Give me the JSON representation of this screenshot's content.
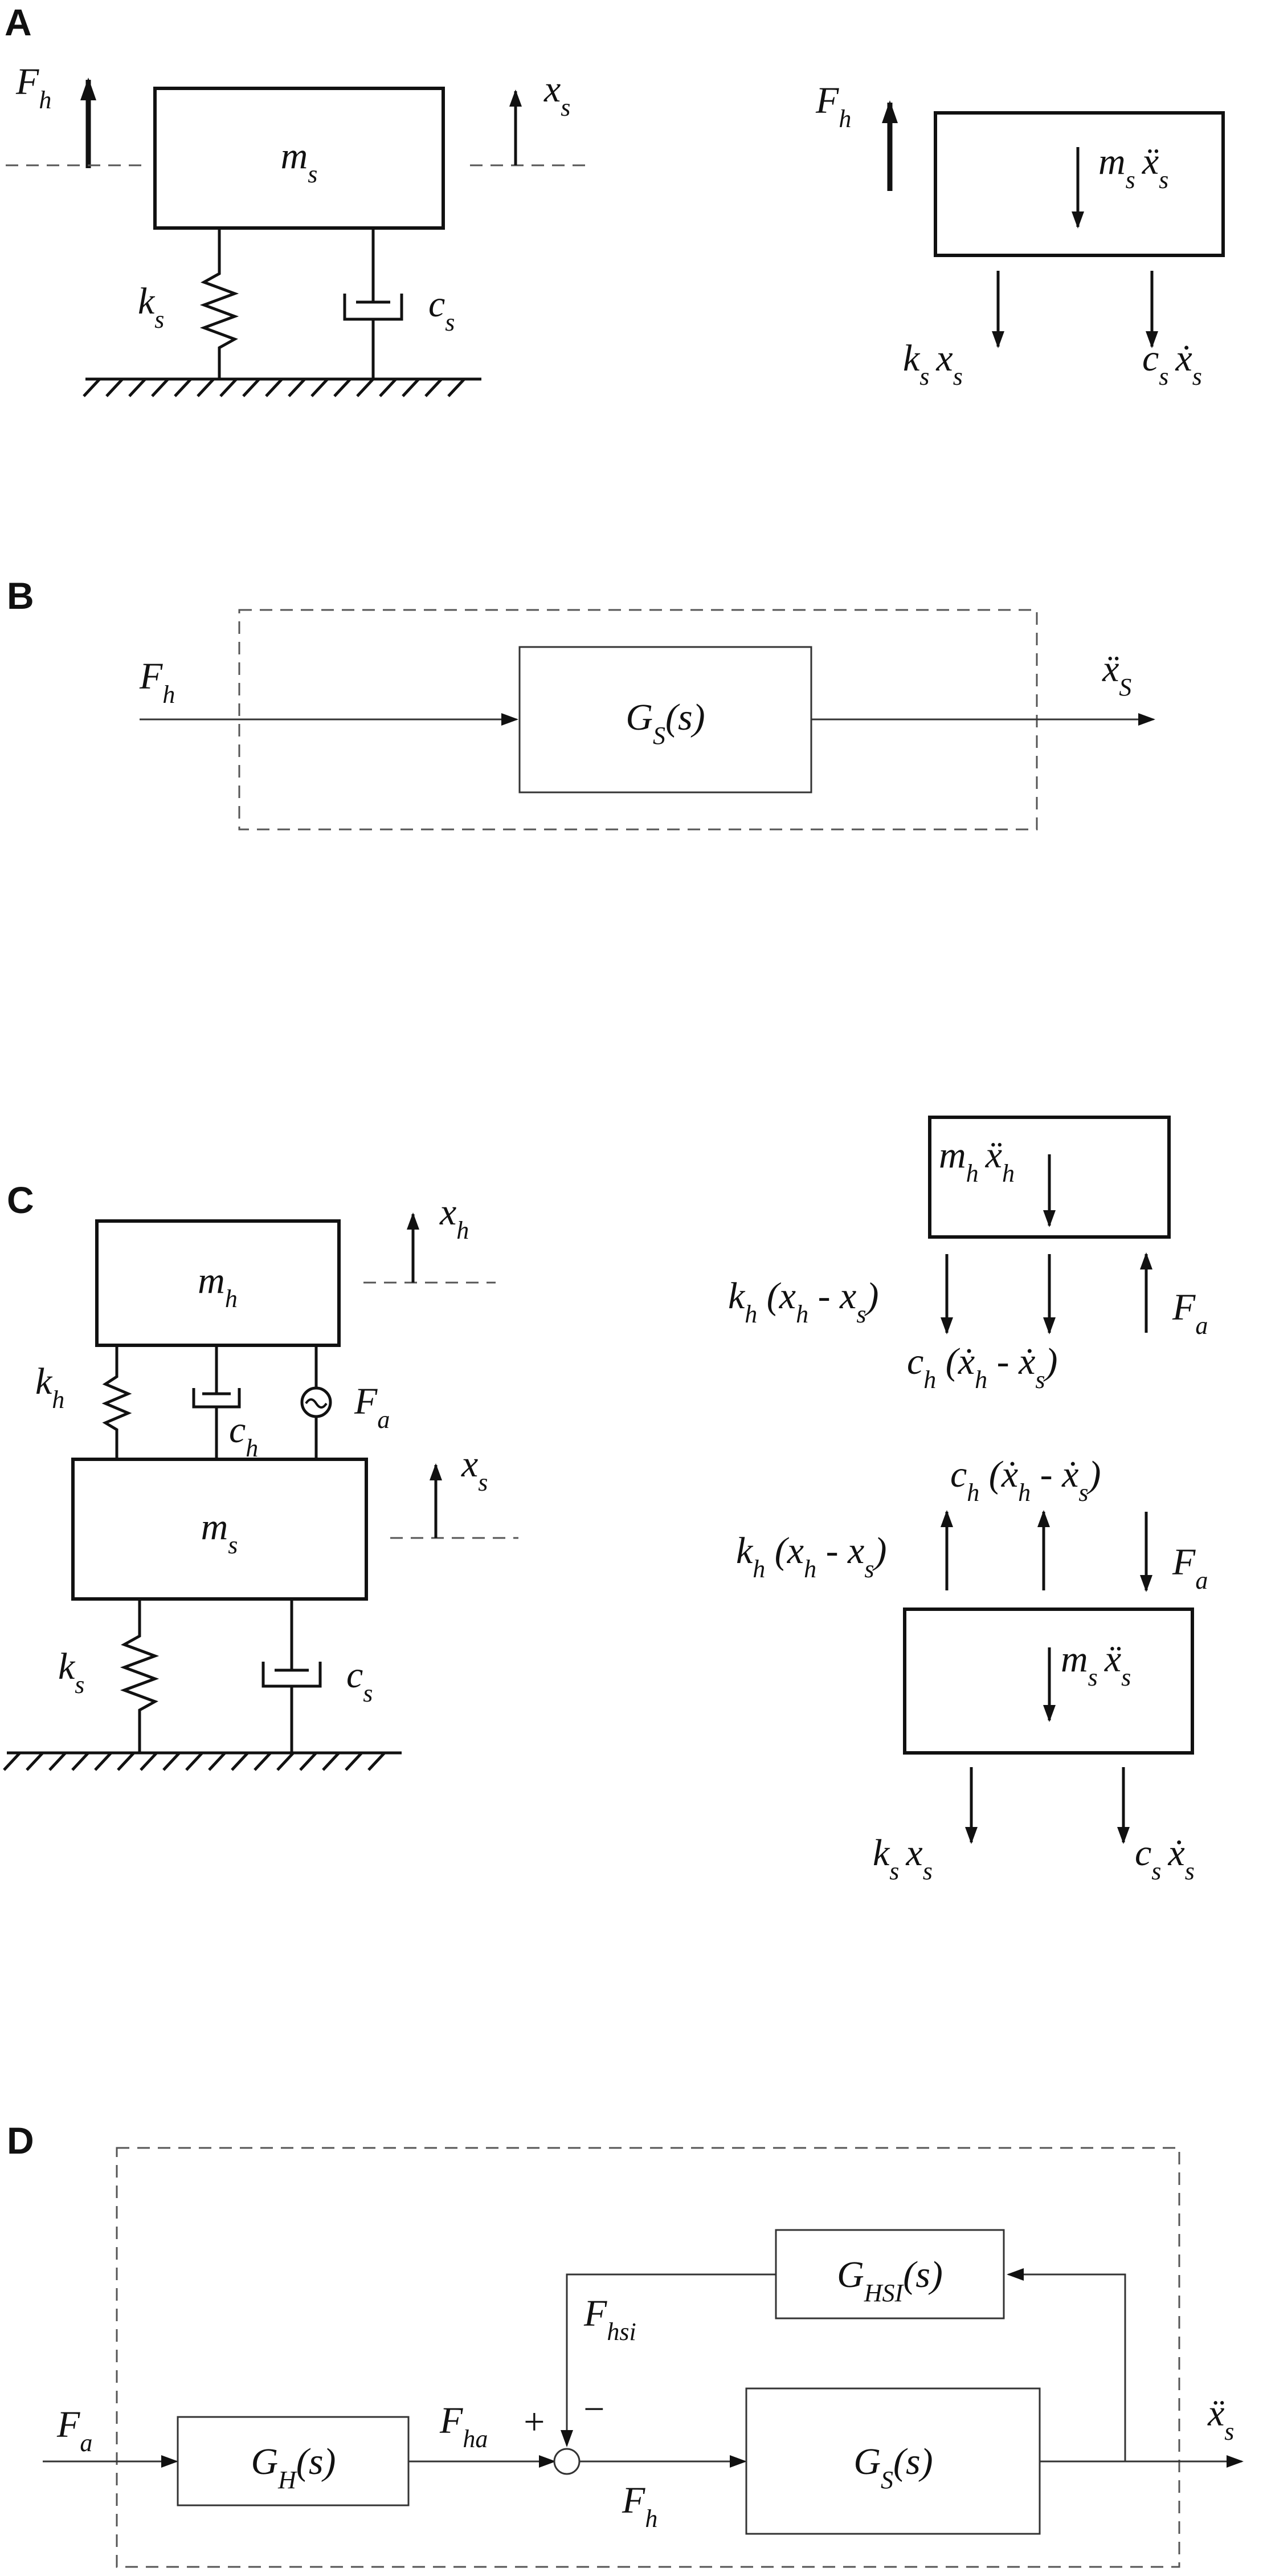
{
  "panels": {
    "a": {
      "label": "A",
      "mass": "m",
      "mass_sub": "s",
      "force": "F",
      "force_sub": "h",
      "displacement": "x",
      "displacement_sub": "s",
      "spring": "k",
      "spring_sub": "s",
      "damper": "c",
      "damper_sub": "s",
      "fbd_inertia": "m",
      "fbd_inertia_sub": "s",
      "fbd_inertia_var": "ẍ",
      "fbd_inertia_var_sub": "s",
      "fbd_spring_force": "k",
      "fbd_spring_force_sub": "s",
      "fbd_spring_var": "x",
      "fbd_spring_var_sub": "s",
      "fbd_damper_force": "c",
      "fbd_damper_force_sub": "s",
      "fbd_damper_var": "ẋ",
      "fbd_damper_var_sub": "s"
    },
    "b": {
      "label": "B",
      "input": "F",
      "input_sub": "h",
      "block": "G",
      "block_sub": "S",
      "block_arg": "(s)",
      "output": "ẍ",
      "output_sub": "S"
    },
    "c": {
      "label": "C",
      "mass_h": "m",
      "mass_h_sub": "h",
      "mass_s": "m",
      "mass_s_sub": "s",
      "x_h": "x",
      "x_h_sub": "h",
      "x_s": "x",
      "x_s_sub": "s",
      "k_h": "k",
      "k_h_sub": "h",
      "c_h": "c",
      "c_h_sub": "h",
      "f_a": "F",
      "f_a_sub": "a",
      "k_s": "k",
      "k_s_sub": "s",
      "c_s": "c",
      "c_s_sub": "s",
      "upper_inertia": "m",
      "upper_inertia_sub": "h",
      "upper_inertia_var": "ẍ",
      "upper_inertia_var_sub": "h",
      "spring_rel_left": "k",
      "spring_rel_left_sub": "h",
      "spring_rel_mid1": " (x",
      "spring_rel_mid1_sub": "h",
      "spring_rel_mid2": " - x",
      "spring_rel_mid2_sub": "s",
      "spring_rel_close": ")",
      "damper_rel_left": "c",
      "damper_rel_left_sub": "h",
      "damper_rel_mid1": " (ẋ",
      "damper_rel_mid1_sub": "h",
      "damper_rel_mid2": " - ẋ",
      "damper_rel_mid2_sub": "s",
      "damper_rel_close": ")",
      "f_a_fbd": "F",
      "f_a_fbd_sub": "a",
      "lower_inertia": "m",
      "lower_inertia_sub": "s",
      "lower_inertia_var": "ẍ",
      "lower_inertia_var_sub": "s",
      "bottom_spring": "k",
      "bottom_spring_sub": "s",
      "bottom_spring_var": "x",
      "bottom_spring_var_sub": "s",
      "bottom_damper": "c",
      "bottom_damper_sub": "s",
      "bottom_damper_var": "ẋ",
      "bottom_damper_var_sub": "s"
    },
    "d": {
      "label": "D",
      "input": "F",
      "input_sub": "a",
      "block_h": "G",
      "block_h_sub": "H",
      "block_h_arg": "(s)",
      "signal_ha": "F",
      "signal_ha_sub": "ha",
      "plus": "+",
      "minus": "−",
      "signal_h": "F",
      "signal_h_sub": "h",
      "block_s": "G",
      "block_s_sub": "S",
      "block_s_arg": "(s)",
      "block_hsi": "G",
      "block_hsi_sub": "HSI",
      "block_hsi_arg": "(s)",
      "signal_hsi": "F",
      "signal_hsi_sub": "hsi",
      "output": "ẍ",
      "output_sub": "s"
    }
  }
}
